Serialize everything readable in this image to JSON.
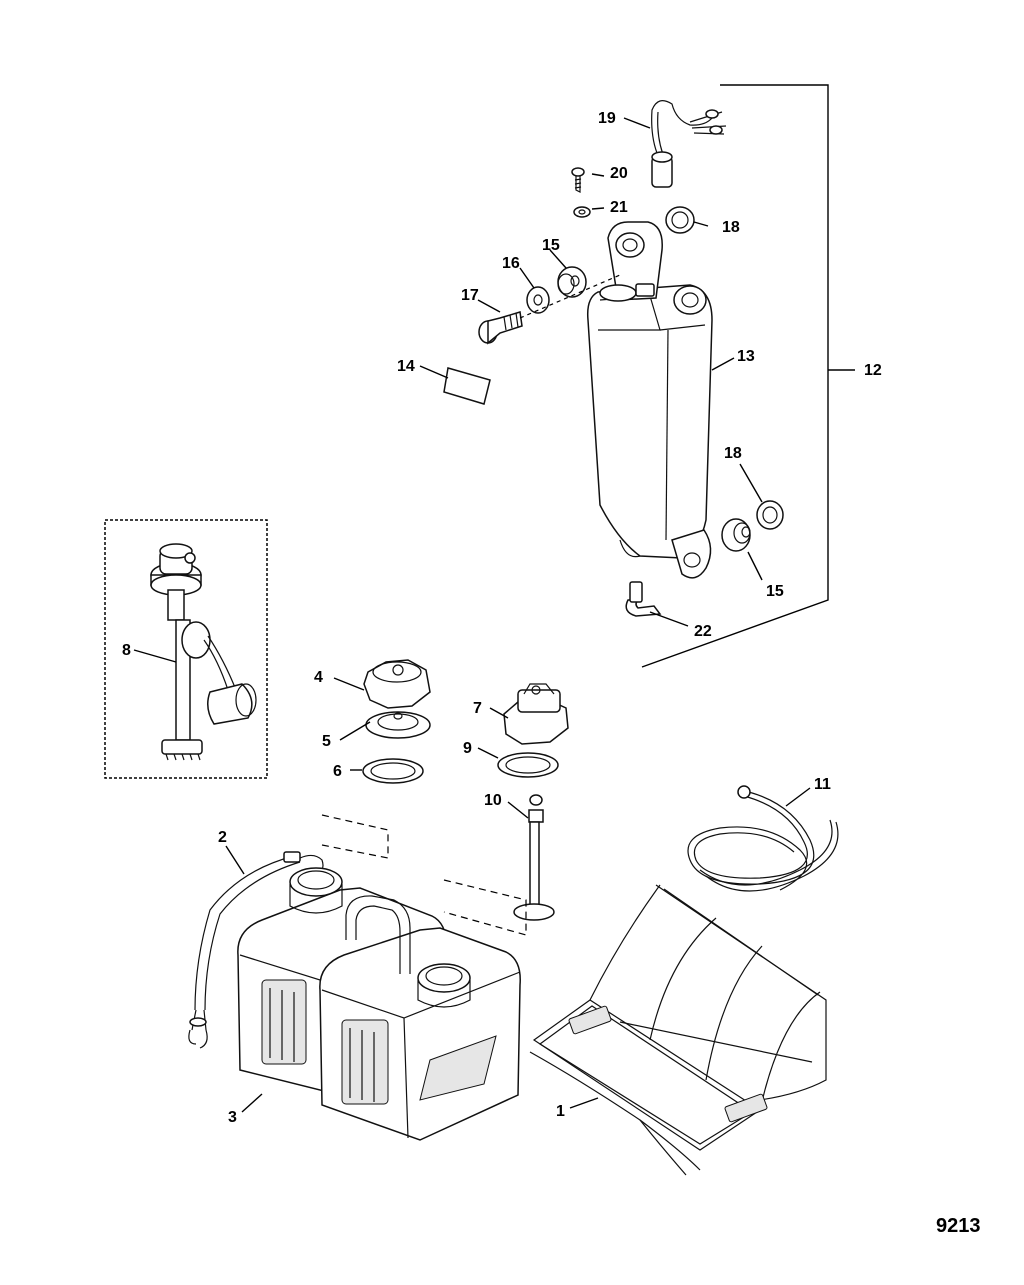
{
  "diagram": {
    "figure_number": "9213",
    "callouts": [
      {
        "id": "c1",
        "label": "1"
      },
      {
        "id": "c2",
        "label": "2"
      },
      {
        "id": "c3",
        "label": "3"
      },
      {
        "id": "c4",
        "label": "4"
      },
      {
        "id": "c5",
        "label": "5"
      },
      {
        "id": "c6",
        "label": "6"
      },
      {
        "id": "c7",
        "label": "7"
      },
      {
        "id": "c8",
        "label": "8"
      },
      {
        "id": "c9",
        "label": "9"
      },
      {
        "id": "c10",
        "label": "10"
      },
      {
        "id": "c11",
        "label": "11"
      },
      {
        "id": "c12",
        "label": "12"
      },
      {
        "id": "c13",
        "label": "13"
      },
      {
        "id": "c14",
        "label": "14"
      },
      {
        "id": "c15a",
        "label": "15"
      },
      {
        "id": "c15b",
        "label": "15"
      },
      {
        "id": "c16",
        "label": "16"
      },
      {
        "id": "c17",
        "label": "17"
      },
      {
        "id": "c18a",
        "label": "18"
      },
      {
        "id": "c18b",
        "label": "18"
      },
      {
        "id": "c19",
        "label": "19"
      },
      {
        "id": "c20",
        "label": "20"
      },
      {
        "id": "c21",
        "label": "21"
      },
      {
        "id": "c22",
        "label": "22"
      }
    ]
  }
}
